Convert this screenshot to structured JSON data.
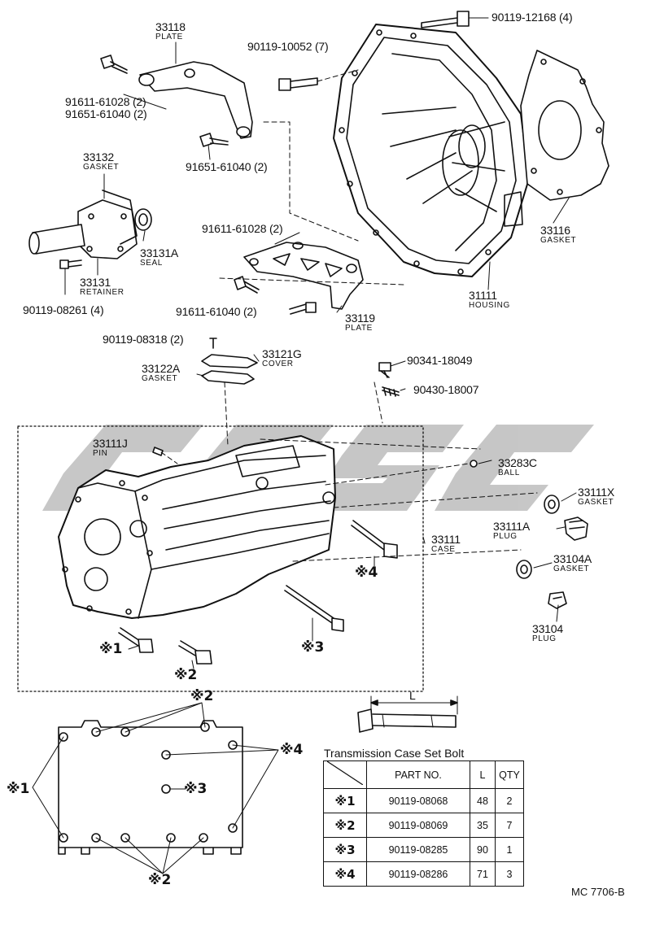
{
  "labels": {
    "p33118": {
      "num": "33118",
      "name": "PLATE"
    },
    "p90119_12168": {
      "num": "90119-12168 (4)"
    },
    "p90119_10052": {
      "num": "90119-10052 (7)"
    },
    "p91611_61028_a": {
      "num": "91611-61028 (2)"
    },
    "p91651_61040_a": {
      "num": "91651-61040 (2)"
    },
    "p91651_61040_b": {
      "num": "91651-61040 (2)"
    },
    "p33132": {
      "num": "33132",
      "name": "GASKET"
    },
    "p33131A": {
      "num": "33131A",
      "name": "SEAL"
    },
    "p33131": {
      "num": "33131",
      "name": "RETAINER"
    },
    "p90119_08261": {
      "num": "90119-08261 (4)"
    },
    "p91611_61028_b": {
      "num": "91611-61028 (2)"
    },
    "p91611_61040": {
      "num": "91611-61040 (2)"
    },
    "p33119": {
      "num": "33119",
      "name": "PLATE"
    },
    "p33116": {
      "num": "33116",
      "name": "GASKET"
    },
    "p31111": {
      "num": "31111",
      "name": "HOUSING"
    },
    "p90119_08318": {
      "num": "90119-08318 (2)"
    },
    "p33121G": {
      "num": "33121G",
      "name": "COVER"
    },
    "p33122A": {
      "num": "33122A",
      "name": "GASKET"
    },
    "p90341_18049": {
      "num": "90341-18049"
    },
    "p90430_18007": {
      "num": "90430-18007"
    },
    "p33111J": {
      "num": "33111J",
      "name": "PIN"
    },
    "p33283C": {
      "num": "33283C",
      "name": "BALL"
    },
    "p33111X": {
      "num": "33111X",
      "name": "GASKET"
    },
    "p33111A": {
      "num": "33111A",
      "name": "PLUG"
    },
    "p33111": {
      "num": "33111",
      "name": "CASE"
    },
    "p33104A": {
      "num": "33104A",
      "name": "GASKET"
    },
    "p33104": {
      "num": "33104",
      "name": "PLUG"
    }
  },
  "marks": {
    "m1": "※1",
    "m2": "※2",
    "m3": "※3",
    "m4": "※4"
  },
  "dimension_label": "L",
  "table": {
    "title": "Transmission Case Set Bolt",
    "headers": [
      "PART NO.",
      "L",
      "QTY"
    ],
    "rows": [
      {
        "mark": "※1",
        "part": "90119-08068",
        "l": "48",
        "qty": "2"
      },
      {
        "mark": "※2",
        "part": "90119-08069",
        "l": "35",
        "qty": "7"
      },
      {
        "mark": "※3",
        "part": "90119-08285",
        "l": "90",
        "qty": "1"
      },
      {
        "mark": "※4",
        "part": "90119-08286",
        "l": "71",
        "qty": "3"
      }
    ]
  },
  "footer": "MC 7706-B",
  "watermark_color": "#c4c4c4"
}
